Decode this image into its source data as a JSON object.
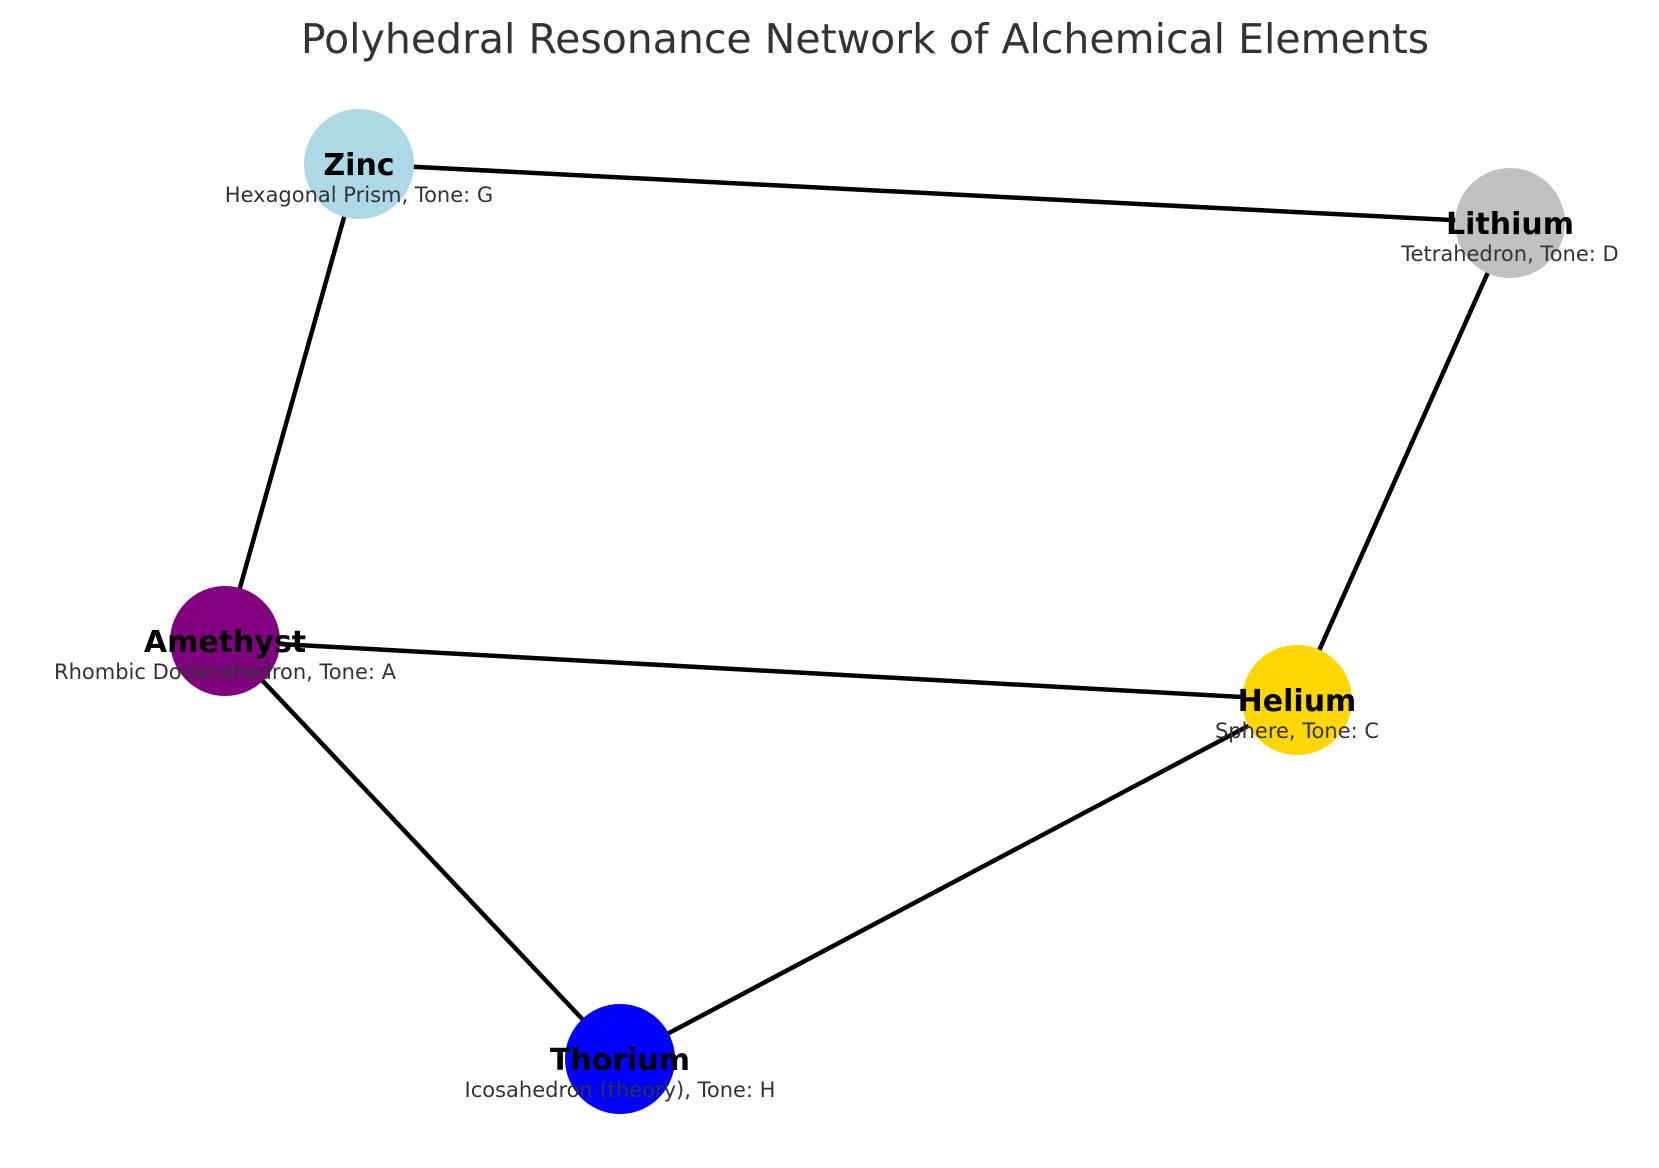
{
  "title": "Polyhedral Resonance Network of Alchemical Elements",
  "nodes": [
    {
      "id": "zinc",
      "name": "Zinc",
      "shape": "Hexagonal Prism",
      "tone": "G",
      "description": "Hexagonal Prism, Tone: G",
      "color": "#add8e6"
    },
    {
      "id": "lithium",
      "name": "Lithium",
      "shape": "Tetrahedron",
      "tone": "D",
      "description": "Tetrahedron, Tone: D",
      "color": "#c0c0c0"
    },
    {
      "id": "amethyst",
      "name": "Amethyst",
      "shape": "Rhombic Dodecahedron",
      "tone": "A",
      "description": "Rhombic Dodecahedron, Tone: A",
      "color": "#800080"
    },
    {
      "id": "helium",
      "name": "Helium",
      "shape": "Sphere",
      "tone": "C",
      "description": "Sphere, Tone: C",
      "color": "#ffd700"
    },
    {
      "id": "thorium",
      "name": "Thorium",
      "shape": "Icosahedron (theory)",
      "tone": "H",
      "description": "Icosahedron (theory), Tone: H",
      "color": "#0000ff"
    }
  ],
  "edges": [
    {
      "source": "zinc",
      "target": "lithium"
    },
    {
      "source": "zinc",
      "target": "amethyst"
    },
    {
      "source": "lithium",
      "target": "helium"
    },
    {
      "source": "amethyst",
      "target": "helium"
    },
    {
      "source": "amethyst",
      "target": "thorium"
    },
    {
      "source": "helium",
      "target": "thorium"
    }
  ],
  "edge_color": "#000000"
}
